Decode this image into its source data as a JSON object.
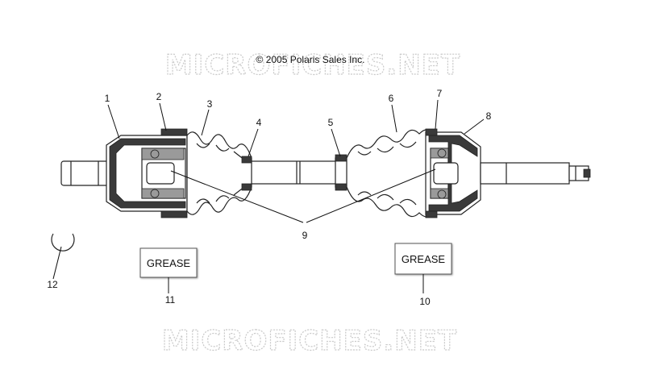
{
  "copyright": "© 2005 Polaris Sales Inc.",
  "watermarks": [
    "MICROFICHES.NET",
    "MICROFICHES.NET"
  ],
  "callouts": [
    {
      "id": "1",
      "label": "1"
    },
    {
      "id": "2",
      "label": "2"
    },
    {
      "id": "3",
      "label": "3"
    },
    {
      "id": "4",
      "label": "4"
    },
    {
      "id": "5",
      "label": "5"
    },
    {
      "id": "6",
      "label": "6"
    },
    {
      "id": "7",
      "label": "7"
    },
    {
      "id": "8",
      "label": "8"
    },
    {
      "id": "9",
      "label": "9"
    },
    {
      "id": "10",
      "label": "10"
    },
    {
      "id": "11",
      "label": "11"
    },
    {
      "id": "12",
      "label": "12"
    }
  ],
  "grease_labels": [
    "GREASE",
    "GREASE"
  ],
  "colors": {
    "ink": "#222222",
    "watermark": "#c9c9c9",
    "background": "#ffffff"
  }
}
